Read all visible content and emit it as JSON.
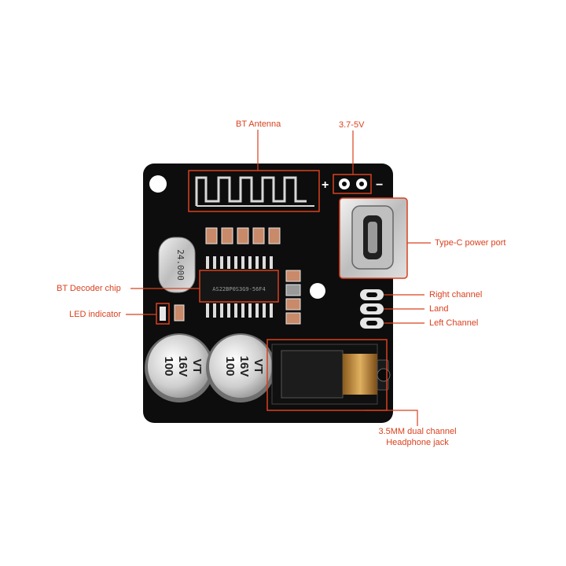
{
  "labels": {
    "bt_antenna": "BT Antenna",
    "voltage": "3.7-5V",
    "type_c": "Type-C power port",
    "bt_decoder": "BT Decoder chip",
    "led": "LED indicator",
    "right_channel": "Right channel",
    "land": "Land",
    "left_channel": "Left Channel",
    "jack_line1": "3.5MM dual channel",
    "jack_line2": "Headphone jack"
  },
  "board": {
    "plus_mark": "+",
    "minus_mark": "−",
    "crystal_text": "24.000",
    "chip_text": "AS22BP0S3G9-56F4",
    "cap_left": [
      "100",
      "16V",
      "VT"
    ],
    "cap_right": [
      "100",
      "16V",
      "VT"
    ]
  },
  "colors": {
    "callout": "#d9411e",
    "pcb": "#0d0d0d",
    "silk": "#e6e6e6"
  }
}
